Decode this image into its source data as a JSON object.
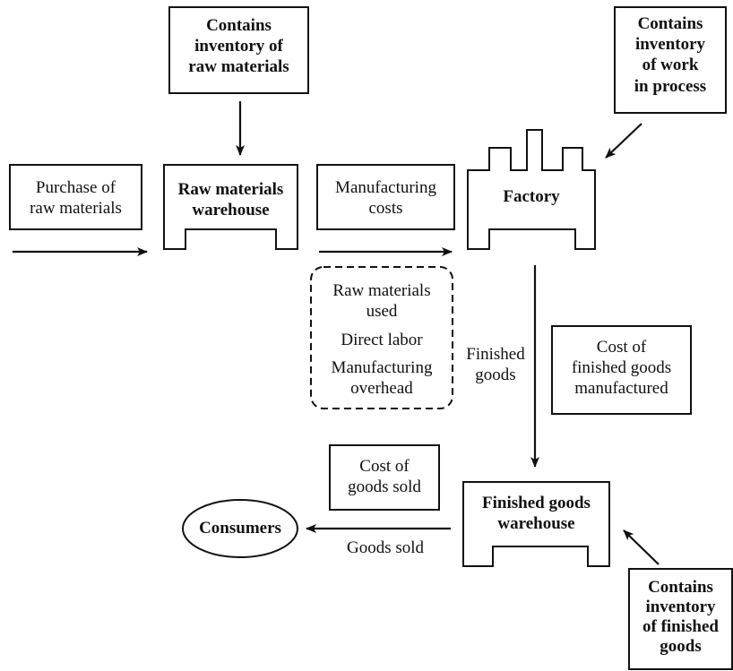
{
  "notes": {
    "raw_materials_inventory": "Contains\ninventory of\nraw materials",
    "wip_inventory": "Contains\ninventory\nof work\nin process",
    "finished_goods_inventory": "Contains\ninventory\nof finished\ngoods"
  },
  "buildings": {
    "raw_materials_warehouse": "Raw materials\nwarehouse",
    "factory": "Factory",
    "finished_goods_warehouse": "Finished goods\nwarehouse"
  },
  "flows": {
    "purchase_of_raw_materials": "Purchase of\nraw materials",
    "manufacturing_costs": "Manufacturing\ncosts",
    "finished_goods": "Finished\ngoods",
    "cost_of_finished_goods_manufactured": "Cost of\nfinished goods\nmanufactured",
    "cost_of_goods_sold": "Cost of\ngoods sold",
    "goods_sold": "Goods sold"
  },
  "cost_components": [
    "Raw materials\nused",
    "Direct labor",
    "Manufacturing\noverhead"
  ],
  "consumers": "Consumers"
}
